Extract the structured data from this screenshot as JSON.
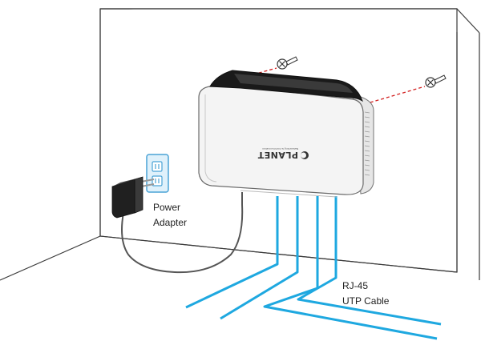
{
  "labels": {
    "power_line1": "Power",
    "power_line2": "Adapter",
    "cable_line1": "RJ-45",
    "cable_line2": "UTP Cable",
    "brand": "PLANET",
    "brand_tagline": "Networking & Communication"
  },
  "colors": {
    "wall_stroke": "#3a3a3a",
    "cable": "#1ea8e0",
    "screw_guide": "#d21f1f",
    "outlet_fill": "#dff1fb",
    "outlet_stroke": "#4aa3d6",
    "device_body": "#f4f4f4",
    "device_top": "#1a1a1a",
    "adapter": "#202020"
  },
  "icons": {
    "screws": [
      "screw-icon",
      "screw-icon"
    ],
    "outlet": "power-outlet-icon",
    "adapter": "power-adapter-icon",
    "brand_logo": "planet-logo-icon"
  }
}
